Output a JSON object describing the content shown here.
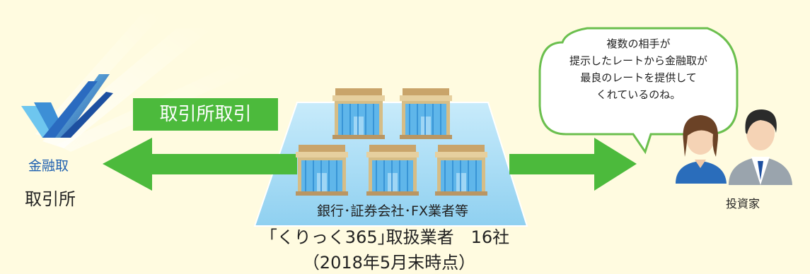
{
  "exchange": {
    "logo_text": "金融取",
    "label": "取引所"
  },
  "arrow_label": "取引所取引",
  "dealers": {
    "platform_label": "銀行･証券会社･FX業者等",
    "caption_line1": "｢くりっく365｣取扱業者　16社",
    "caption_line2": "（2018年5月末時点）",
    "building_count": 5
  },
  "investor": {
    "speech": [
      "複数の相手が",
      "提示したレートから金融取が",
      "最良のレートを提供して",
      "くれているのね。"
    ],
    "label": "投資家"
  },
  "colors": {
    "background": "#fffbe0",
    "arrow": "#4cba3c",
    "platform": "#a9dcf5",
    "label_box": "#4cba3c",
    "bubble_border": "#6bbf4e",
    "logo_blue": "#1d5fb0"
  }
}
